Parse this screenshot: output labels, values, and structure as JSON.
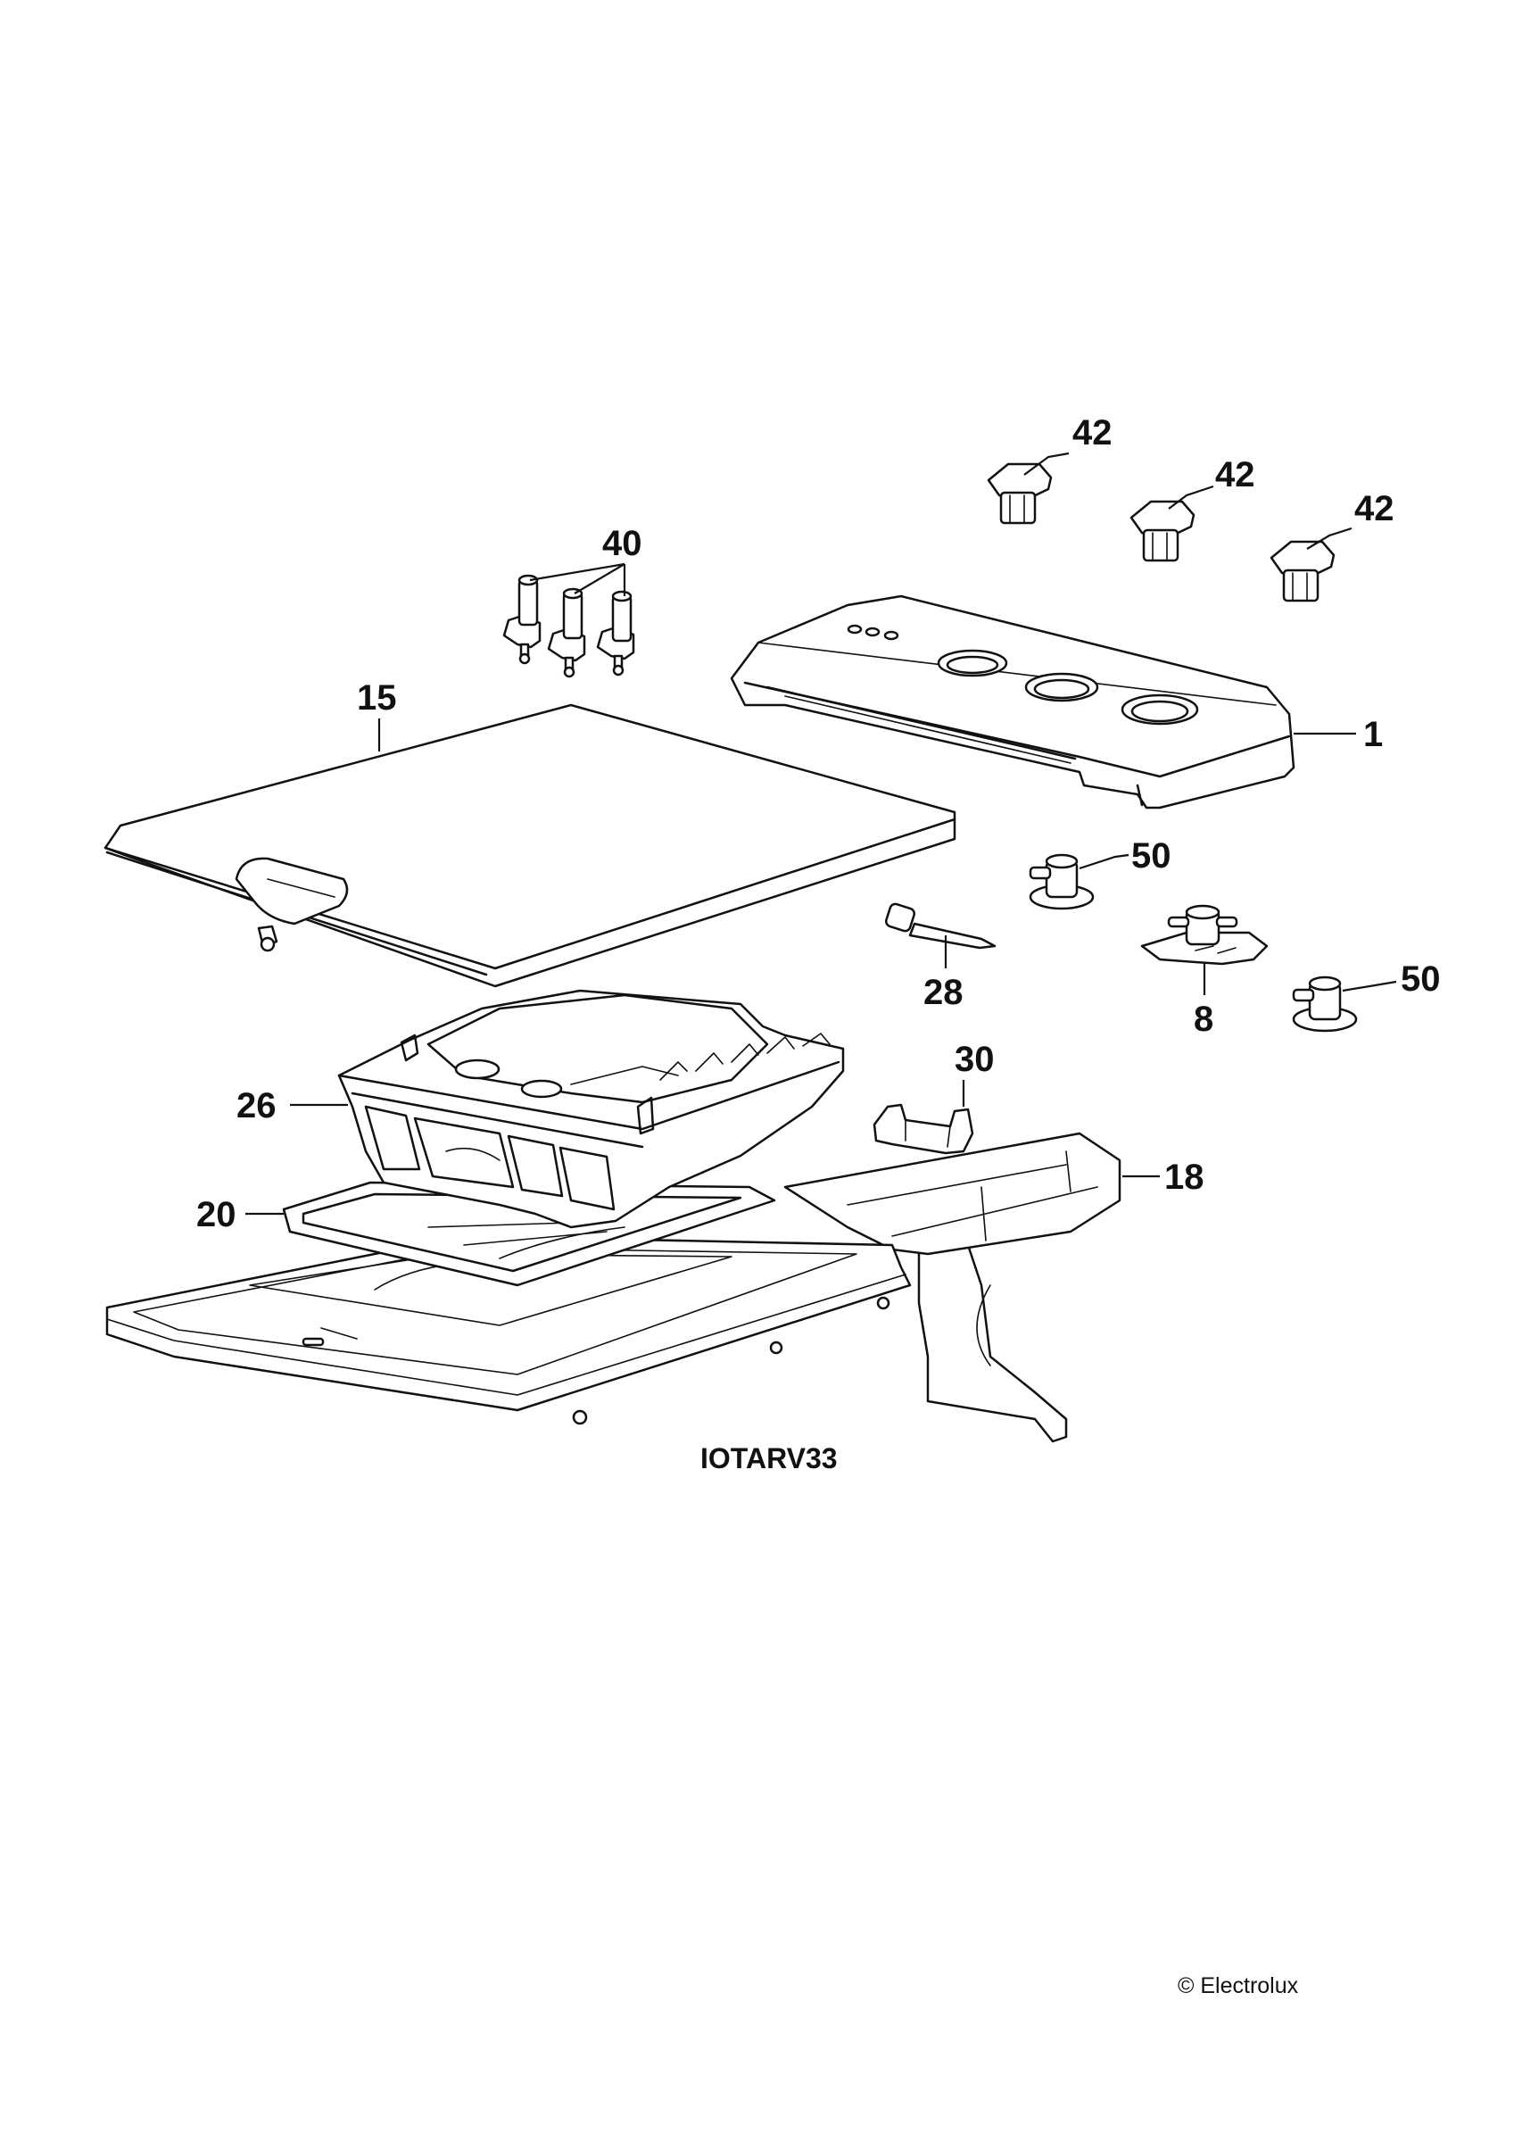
{
  "callouts": {
    "c42a": "42",
    "c42b": "42",
    "c42c": "42",
    "c40": "40",
    "c15": "15",
    "c1": "1",
    "c50a": "50",
    "c28": "28",
    "c8": "8",
    "c50b": "50",
    "c26": "26",
    "c30": "30",
    "c18": "18",
    "c20": "20"
  },
  "diagram_code": "IOTARV33",
  "copyright": "© Electrolux",
  "colors": {
    "line": "#111111",
    "background": "#ffffff"
  }
}
